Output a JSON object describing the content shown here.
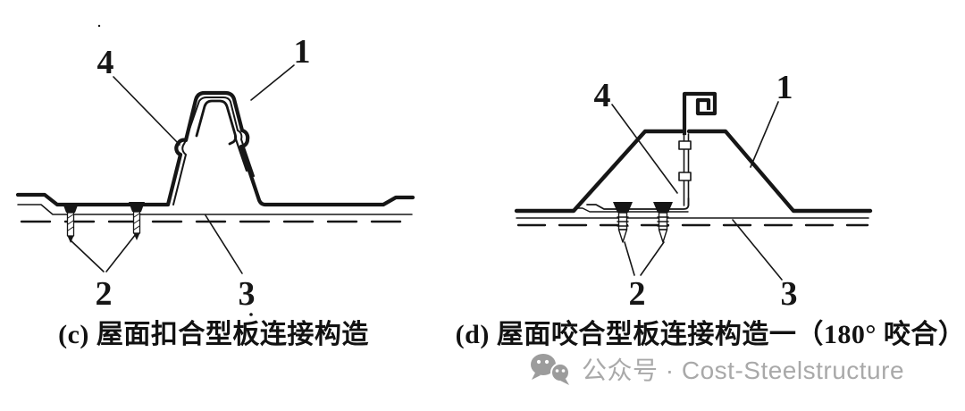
{
  "figure": {
    "panels": [
      {
        "id": "c",
        "caption": "(c) 屋面扣合型板连接构造",
        "labels": {
          "part1": "1",
          "part2": "2",
          "part3": "3",
          "part4": "4"
        }
      },
      {
        "id": "d",
        "caption": "(d) 屋面咬合型板连接构造一（180° 咬合）",
        "labels": {
          "part1": "1",
          "part2": "2",
          "part3": "3",
          "part4": "4"
        }
      }
    ]
  },
  "watermark": {
    "icon": "wechat-icon",
    "text": "公众号 · Cost-Steelstructure",
    "color": "#a9a9a9"
  },
  "colors": {
    "ink": "#161616",
    "background": "#ffffff",
    "watermark_icon": "#9c9c9c"
  }
}
